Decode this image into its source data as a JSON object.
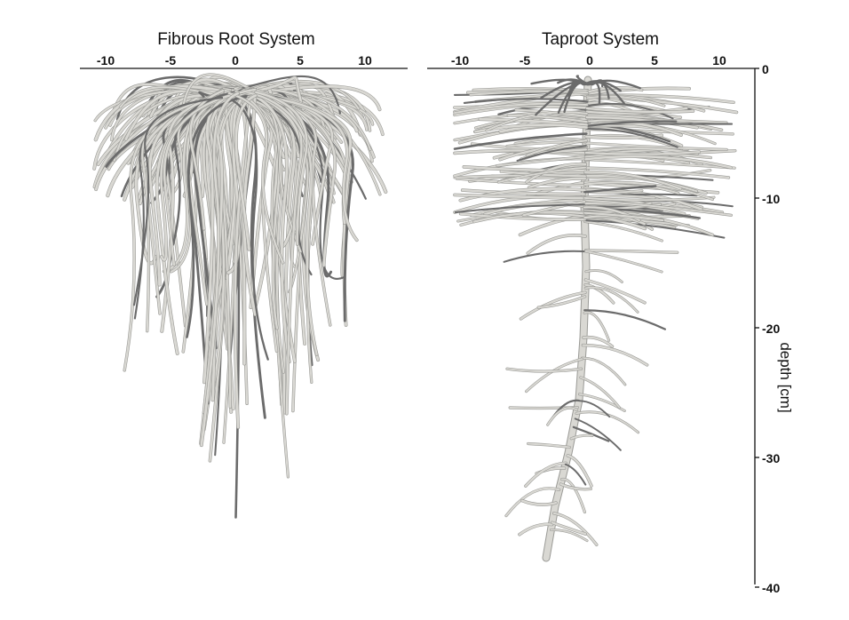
{
  "panels": [
    {
      "id": "fibrous",
      "title": "Fibrous Root System",
      "x_ticks": [
        -10,
        -5,
        0,
        5,
        10
      ]
    },
    {
      "id": "taproot",
      "title": "Taproot System",
      "x_ticks": [
        -10,
        -5,
        0,
        5,
        10
      ]
    }
  ],
  "depth_axis": {
    "label": "depth [cm]",
    "ticks": [
      0,
      -10,
      -20,
      -30,
      -40
    ]
  },
  "colors": {
    "root_light": "#d9d8d3",
    "root_dark": "#6b6b6b",
    "axis": "#111111"
  }
}
